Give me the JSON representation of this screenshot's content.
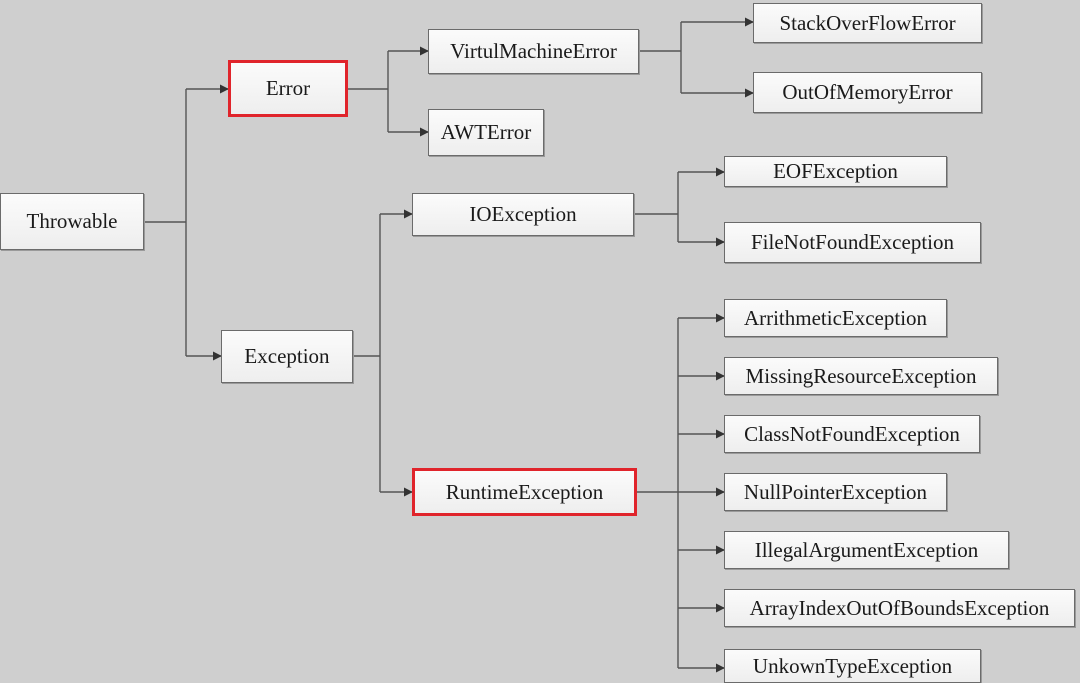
{
  "diagram": {
    "highlight_color": "#e0242b",
    "nodes": {
      "throwable": "Throwable",
      "error": "Error",
      "exception": "Exception",
      "virtual_machine_error": "VirtulMachineError",
      "awt_error": "AWTError",
      "stack_overflow_error": "StackOverFlowError",
      "out_of_memory_error": "OutOfMemoryError",
      "io_exception": "IOException",
      "eof_exception": "EOFException",
      "file_not_found_exception": "FileNotFoundException",
      "runtime_exception": "RuntimeException",
      "arithmetic_exception": "ArrithmeticException",
      "missing_resource_exception": "MissingResourceException",
      "class_not_found_exception": "ClassNotFoundException",
      "null_pointer_exception": "NullPointerException",
      "illegal_argument_exception": "IllegalArgumentException",
      "array_index_out_of_bounds_exception": "ArrayIndexOutOfBoundsException",
      "unknown_type_exception": "UnkownTypeException"
    },
    "highlighted": [
      "Error",
      "RuntimeException"
    ]
  }
}
